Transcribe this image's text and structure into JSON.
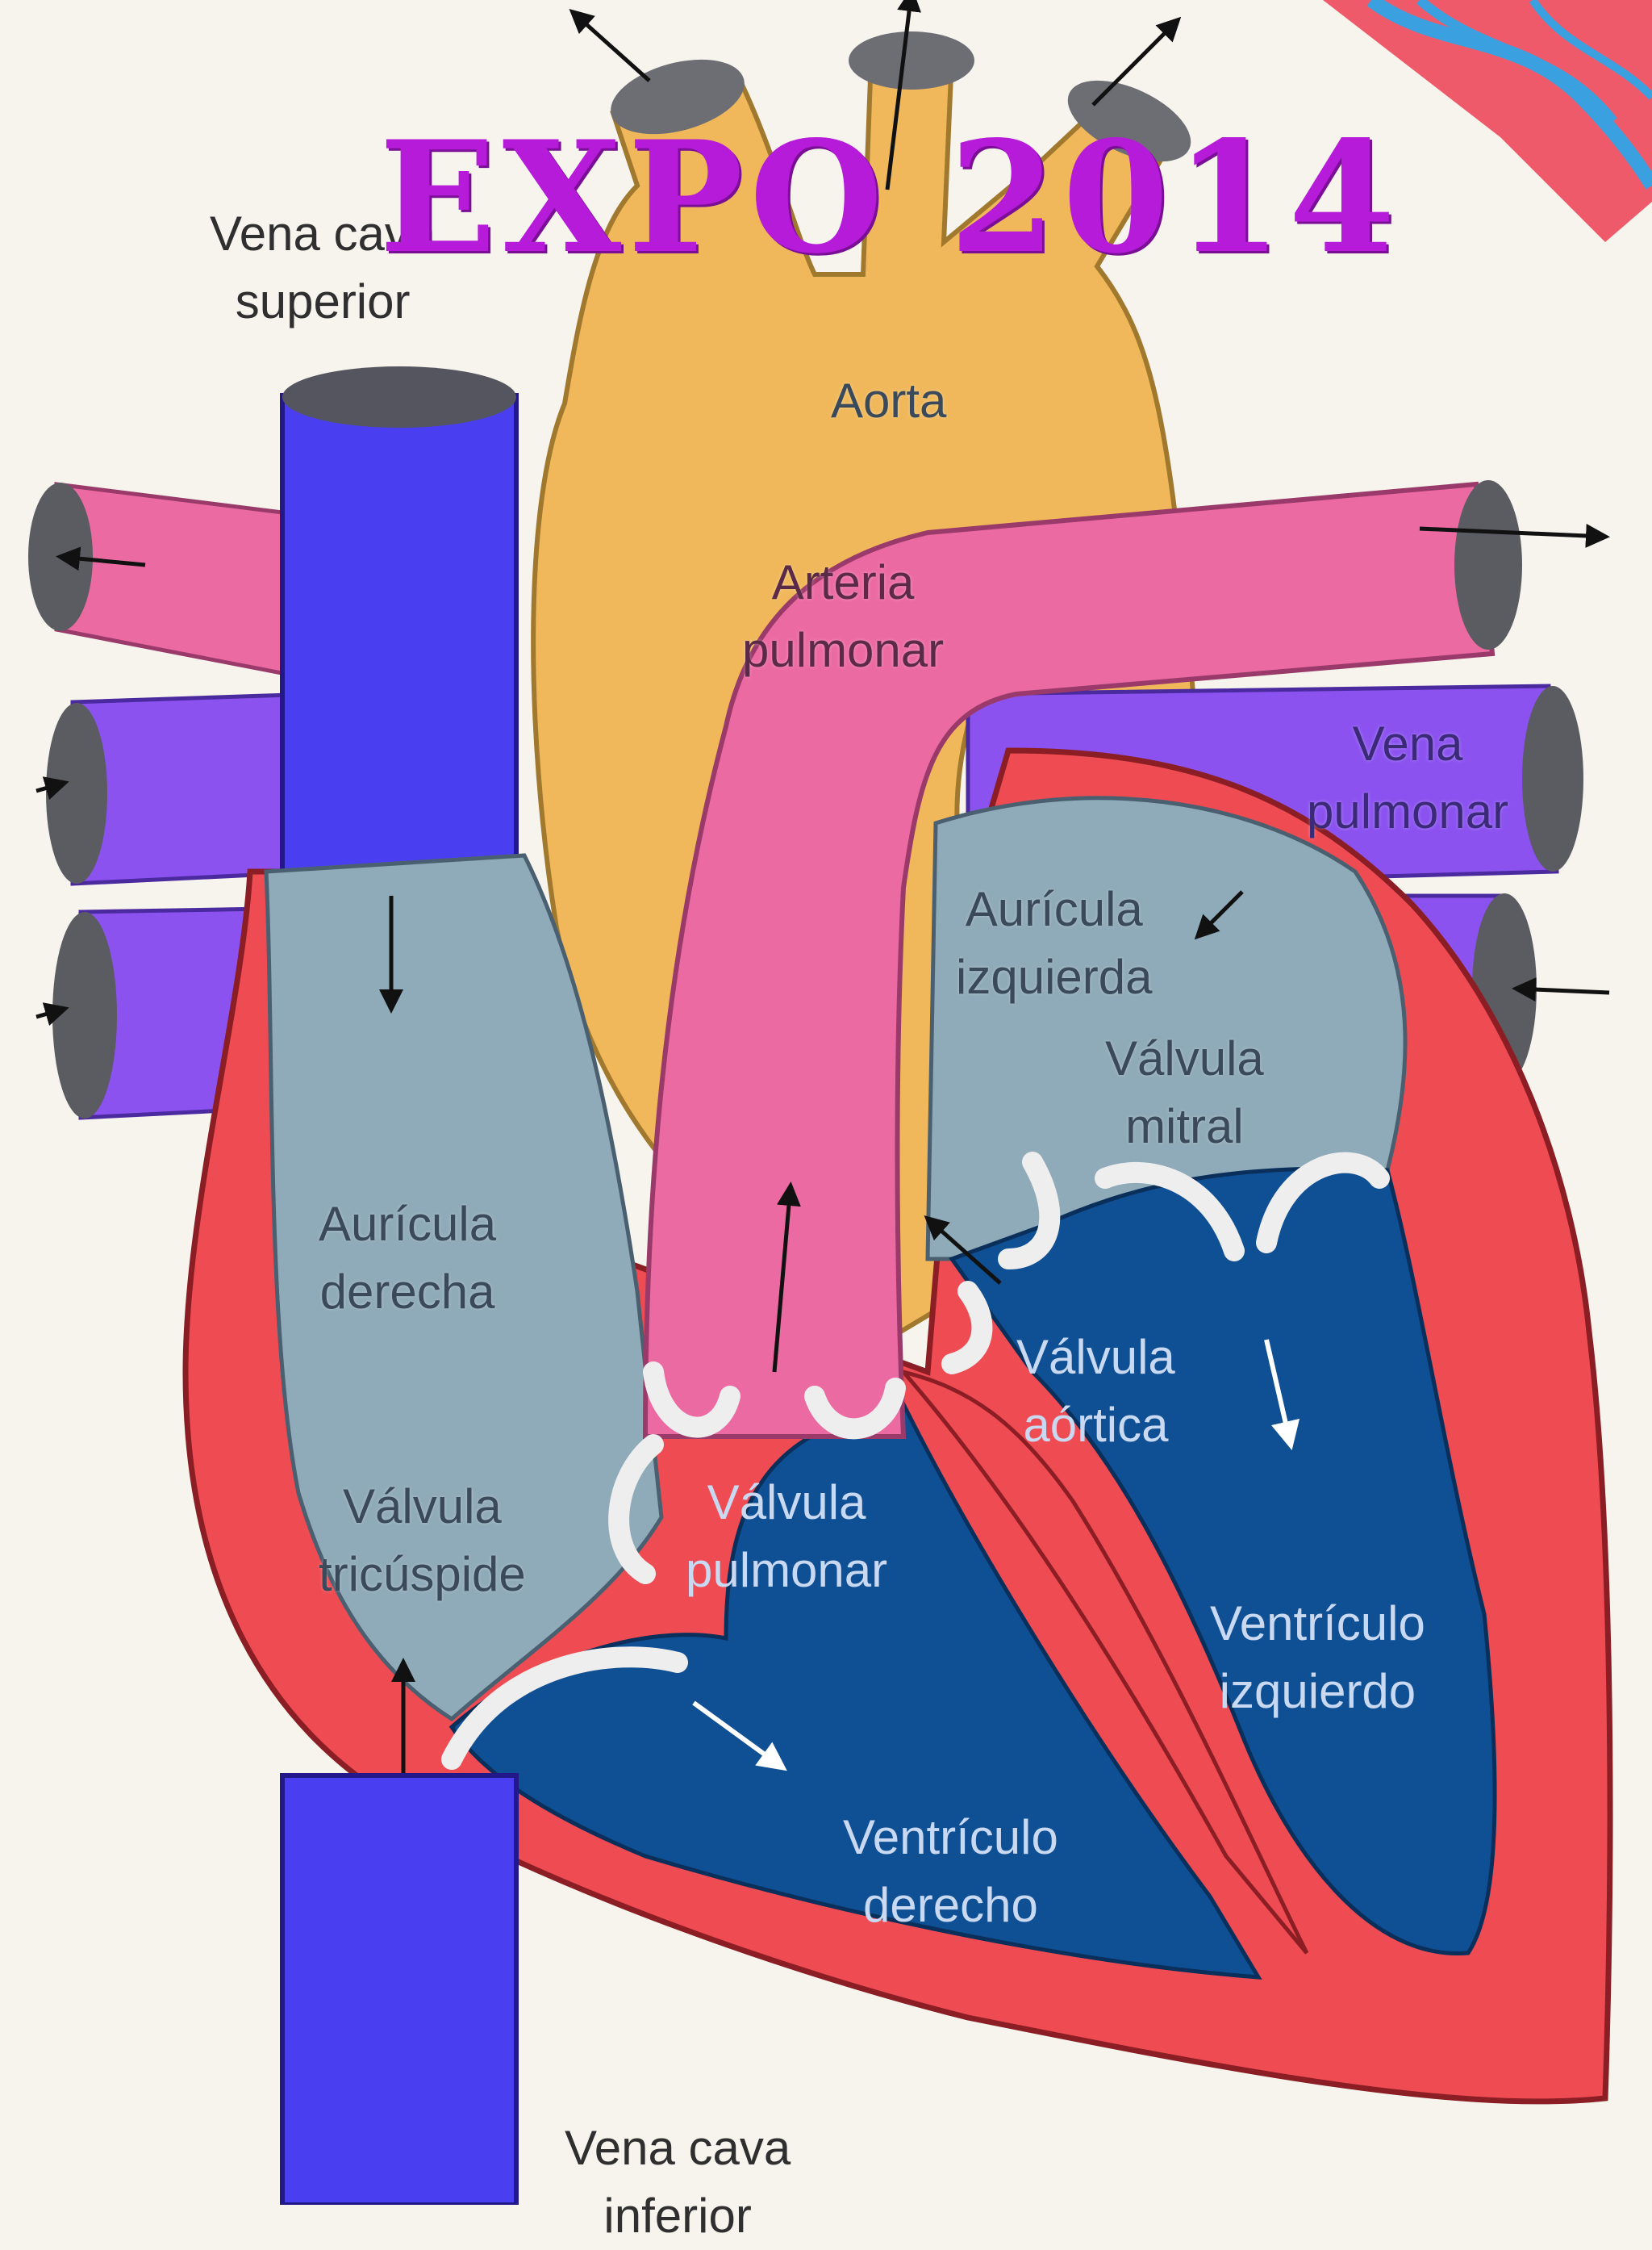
{
  "title": "EXPO 2014",
  "labels": {
    "vena_cava_superior": [
      "Vena cava",
      "superior"
    ],
    "aorta": [
      "Aorta"
    ],
    "arteria_pulmonar": [
      "Arteria",
      "pulmonar"
    ],
    "vena_pulmonar": [
      "Vena",
      "pulmonar"
    ],
    "auricula_izquierda": [
      "Aurícula",
      "izquierda"
    ],
    "valvula_mitral": [
      "Válvula",
      "mitral"
    ],
    "auricula_derecha": [
      "Aurícula",
      "derecha"
    ],
    "valvula_aortica": [
      "Válvula",
      "aórtica"
    ],
    "valvula_pulmonar": [
      "Válvula",
      "pulmonar"
    ],
    "valvula_tricuspide": [
      "Válvula",
      "tricúspide"
    ],
    "ventriculo_izquierdo": [
      "Ventrículo",
      "izquierdo"
    ],
    "ventriculo_derecho": [
      "Ventrículo",
      "derecho"
    ],
    "vena_cava_inferior": [
      "Vena cava",
      "inferior"
    ]
  },
  "colors": {
    "aorta": "#f0b85a",
    "pulmonary_artery": "#ec6aa2",
    "vena_cava": "#4a3ff0",
    "pulmonary_vein": "#8b52f0",
    "heart_wall": "#ef4b52",
    "atrium": "#8faab8",
    "ventricle": "#0f4f94",
    "valve": "#eeeeee",
    "title": "#b61bd9"
  }
}
